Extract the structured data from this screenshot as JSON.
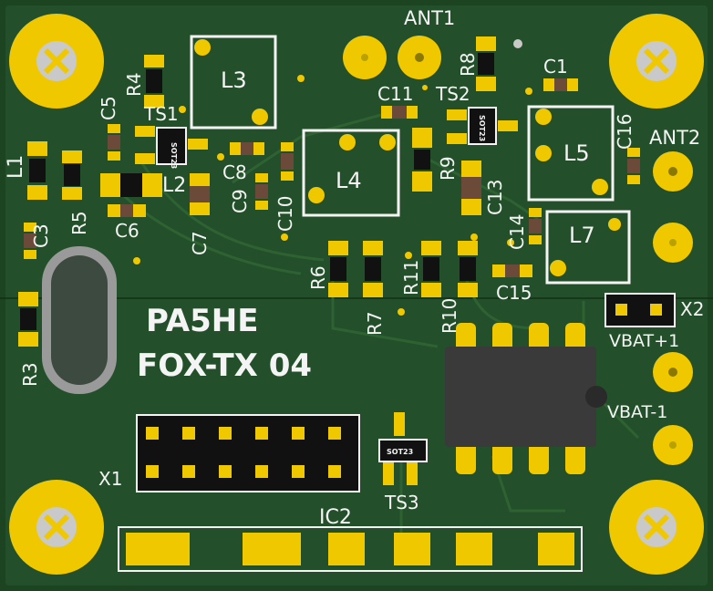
{
  "board_text": {
    "line1": "PA5HE",
    "line2": "FOX-TX 04"
  },
  "labels": {
    "ant1": "ANT1",
    "ant2": "ANT2",
    "l1": "L1",
    "l2": "L2",
    "l3": "L3",
    "l4": "L4",
    "l5": "L5",
    "l7": "L7",
    "r3": "R3",
    "r4": "R4",
    "r5": "R5",
    "r6": "R6",
    "r7": "R7",
    "r8": "R8",
    "r9": "R9",
    "r10": "R10",
    "r11": "R11",
    "c1": "C1",
    "c3": "C3",
    "c5": "C5",
    "c6": "C6",
    "c7": "C7",
    "c8": "C8",
    "c9": "C9",
    "c10": "C10",
    "c11": "C11",
    "c13": "C13",
    "c14": "C14",
    "c15": "C15",
    "c16": "C16",
    "ts1": "TS1",
    "ts2": "TS2",
    "ts3": "TS3",
    "x1": "X1",
    "x2": "X2",
    "ic2": "IC2",
    "vbat_plus": "VBAT+1",
    "vbat_minus": "VBAT-1"
  },
  "package_marks": {
    "ts1": "SOT23",
    "ts2": "SOT23",
    "ts3": "SOT23"
  },
  "colors": {
    "board": "#1f4a23",
    "copper_pour": "#2a5a2c",
    "pad": "#f0c800",
    "silkscreen": "#f4f4f4",
    "drill": "#c9c9c9"
  }
}
